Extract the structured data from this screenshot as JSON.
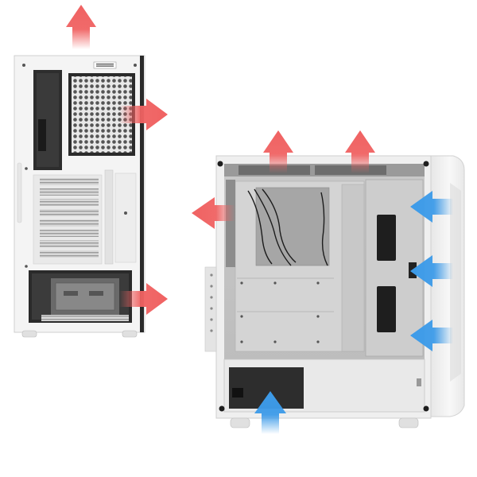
{
  "figure": {
    "subjects": [
      "case-rear-view",
      "case-interior-side-view"
    ],
    "airflow": {
      "intake_color": "#3d9be9",
      "exhaust_color": "#f06262",
      "rear_view_exhaust_arrows": 3,
      "side_view_exhaust_arrows": 3,
      "side_view_intake_arrows": 4
    },
    "case_color": "#f2f2f2"
  }
}
